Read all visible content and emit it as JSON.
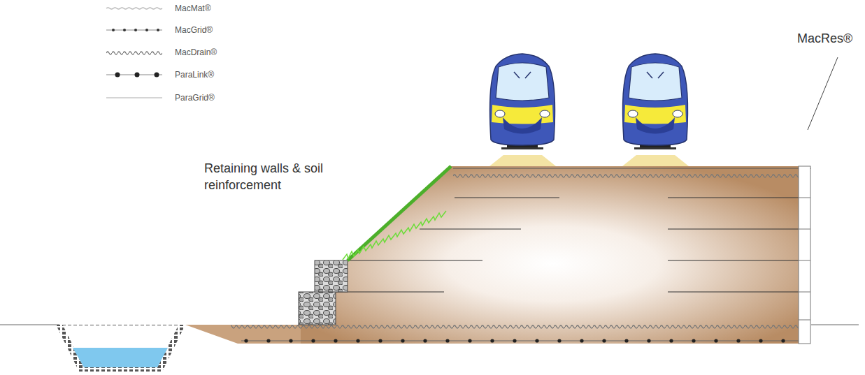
{
  "diagram": {
    "labels": [
      "Retaining walls & soil reinforcement",
      "MacRes®"
    ],
    "legend": [
      {
        "text": "MacMat®"
      },
      {
        "text": "MacGrid®"
      },
      {
        "text": "MacDrain®"
      },
      {
        "text": "ParaLink®"
      },
      {
        "text": "ParaGrid®"
      }
    ]
  }
}
